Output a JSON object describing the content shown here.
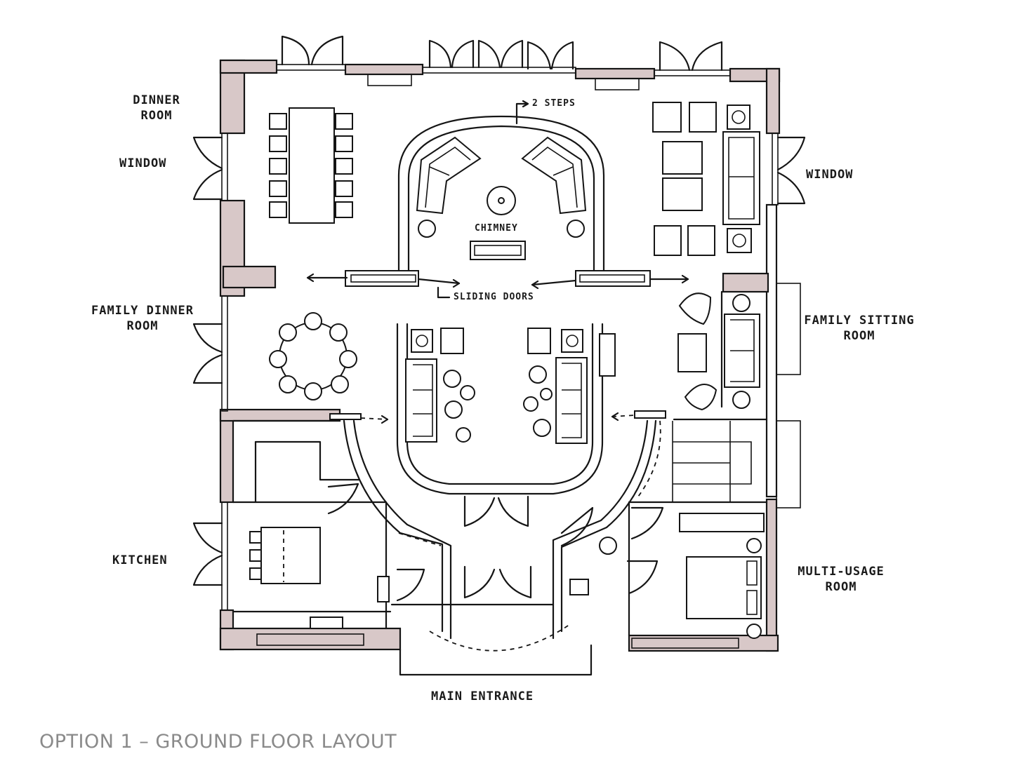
{
  "title": "OPTION 1 – GROUND FLOOR LAYOUT",
  "wall_color": "#d8c8c8",
  "ink_color": "#151515",
  "rooms": {
    "dinner_room": "DINNER ROOM",
    "window_left": "WINDOW",
    "window_right": "WINDOW",
    "family_dinner_room": "FAMILY DINNER ROOM",
    "kitchen": "KITCHEN",
    "family_sitting_room": "FAMILY SITTING ROOM",
    "multi_usage_room": "MULTI-USAGE ROOM",
    "main_entrance": "MAIN ENTRANCE"
  },
  "annotations": {
    "steps": "2 STEPS",
    "chimney": "CHIMNEY",
    "sliding_doors": "SLIDING DOORS"
  }
}
